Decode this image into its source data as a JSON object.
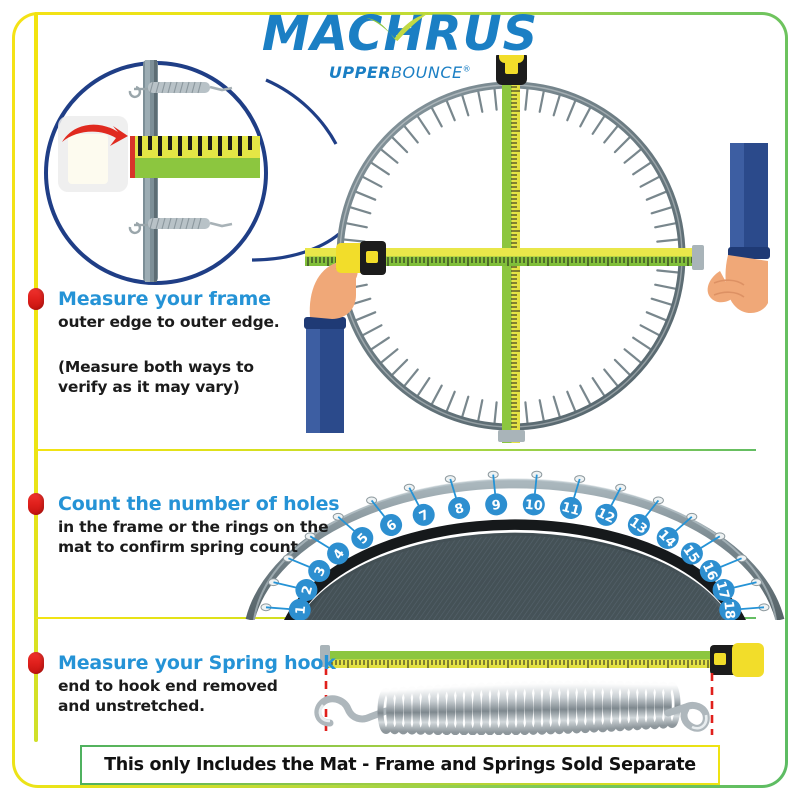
{
  "brand": {
    "name": "MACHRUS",
    "tagline_bold": "UPPER",
    "tagline_light": "BOUNCE",
    "registered_mark": "®",
    "brand_blue": "#1b7fc4",
    "check_green": "#8cc63f"
  },
  "theme": {
    "border_start": "#f5e215",
    "border_end": "#5cbc63",
    "heading_blue": "#2593d6",
    "body_black": "#1b1b1b",
    "bullet_red": "#e0201c",
    "rail_yellow": "#f0e412",
    "tape_green": "#8cc63f",
    "tape_yellow": "#e8e13c",
    "frame_gray": "#67757c",
    "mat_dark": "#3e4a4e",
    "sleeve_blue": "#2b4a8b",
    "skin": "#f0a878"
  },
  "steps": [
    {
      "id": "measure-frame",
      "heading": "Measure your frame",
      "body_lines": [
        "outer edge to outer edge."
      ],
      "note_lines": [
        "(Measure both ways to",
        "verify as it may vary)"
      ]
    },
    {
      "id": "count-holes",
      "heading": "Count the number of holes",
      "body_lines": [
        "in the frame or the rings on the",
        "mat to confirm spring count"
      ],
      "note_lines": []
    },
    {
      "id": "measure-spring",
      "heading": "Measure your Spring hook",
      "body_lines": [
        "end to hook end removed",
        "and unstretched."
      ],
      "note_lines": []
    }
  ],
  "diagrams": {
    "magnifier": {
      "name": "frame-edge-magnifier",
      "description": "close-up of tape measure hooked on trampoline frame tube with two springs"
    },
    "frame_circle": {
      "name": "trampoline-frame-top-view",
      "description": "circular frame with vertical and horizontal tape measures crossing at center",
      "spring_slots": 64
    },
    "hole_counter": {
      "name": "numbered-hole-arc",
      "numbers": [
        1,
        2,
        3,
        4,
        5,
        6,
        7,
        8,
        9,
        10,
        11,
        12,
        13,
        14,
        15,
        16,
        17,
        18
      ]
    },
    "spring": {
      "name": "spring-with-tape-measure",
      "description": "extension spring with hooks aligned under a tape measure, red dashed end markers"
    }
  },
  "footer": {
    "banner_text": "This only Includes the Mat - Frame and Springs Sold Separate"
  }
}
